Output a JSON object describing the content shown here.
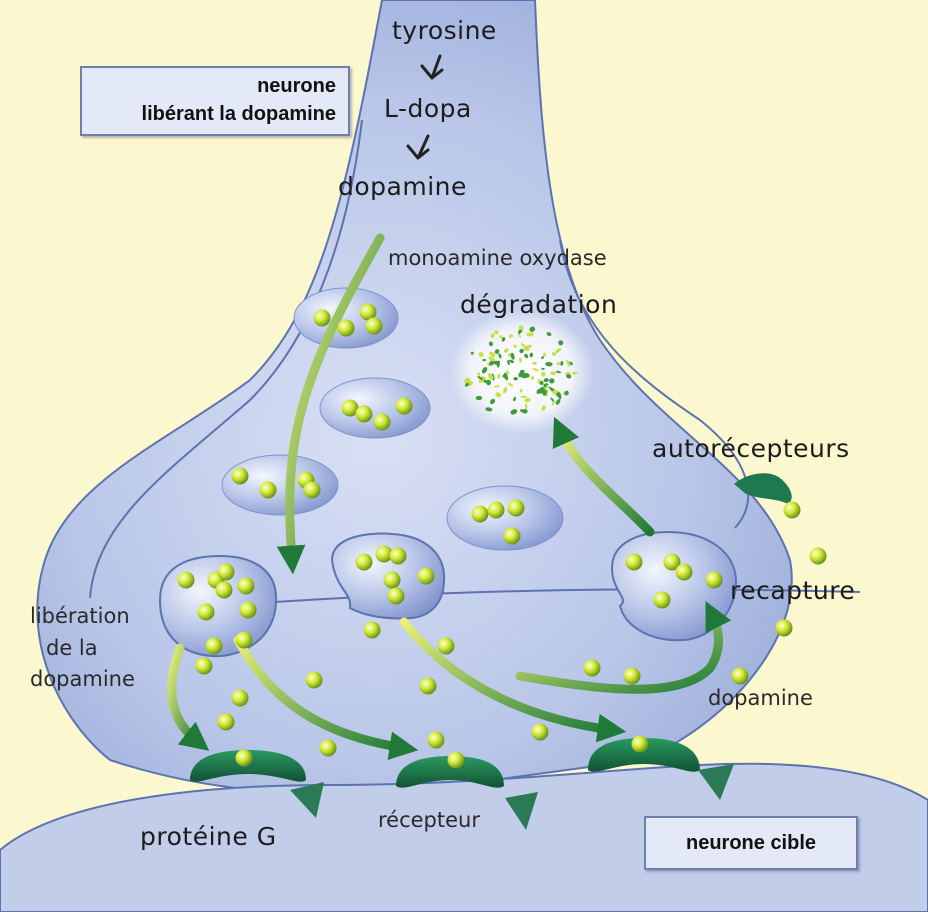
{
  "labels": {
    "tyrosine": "tyrosine",
    "l_dopa": "L-dopa",
    "dopamine_top": "dopamine",
    "monoamine_oxydase": "monoamine oxydase",
    "degradation": "dégradation",
    "autorecepteurs": "autorécepteurs",
    "recapture": "recapture",
    "liberation": [
      "libération",
      "de la",
      "dopamine"
    ],
    "dopamine_synapse": "dopamine",
    "proteine_g": "protéine G",
    "recepteur": "récepteur"
  },
  "boxes": {
    "neurone_liberant": [
      "neurone",
      "libérant la dopamine"
    ],
    "neurone_cible": "neurone cible"
  },
  "colors": {
    "background": "#fbf7cf",
    "neuron_fill": "#b9c6e8",
    "neuron_outline": "#5c73b0",
    "vesicle": "#8fa3d8",
    "dopamine_dot": "#c8e23a",
    "receptor": "#1e7a4e",
    "arrow": "#2f8f3a"
  }
}
